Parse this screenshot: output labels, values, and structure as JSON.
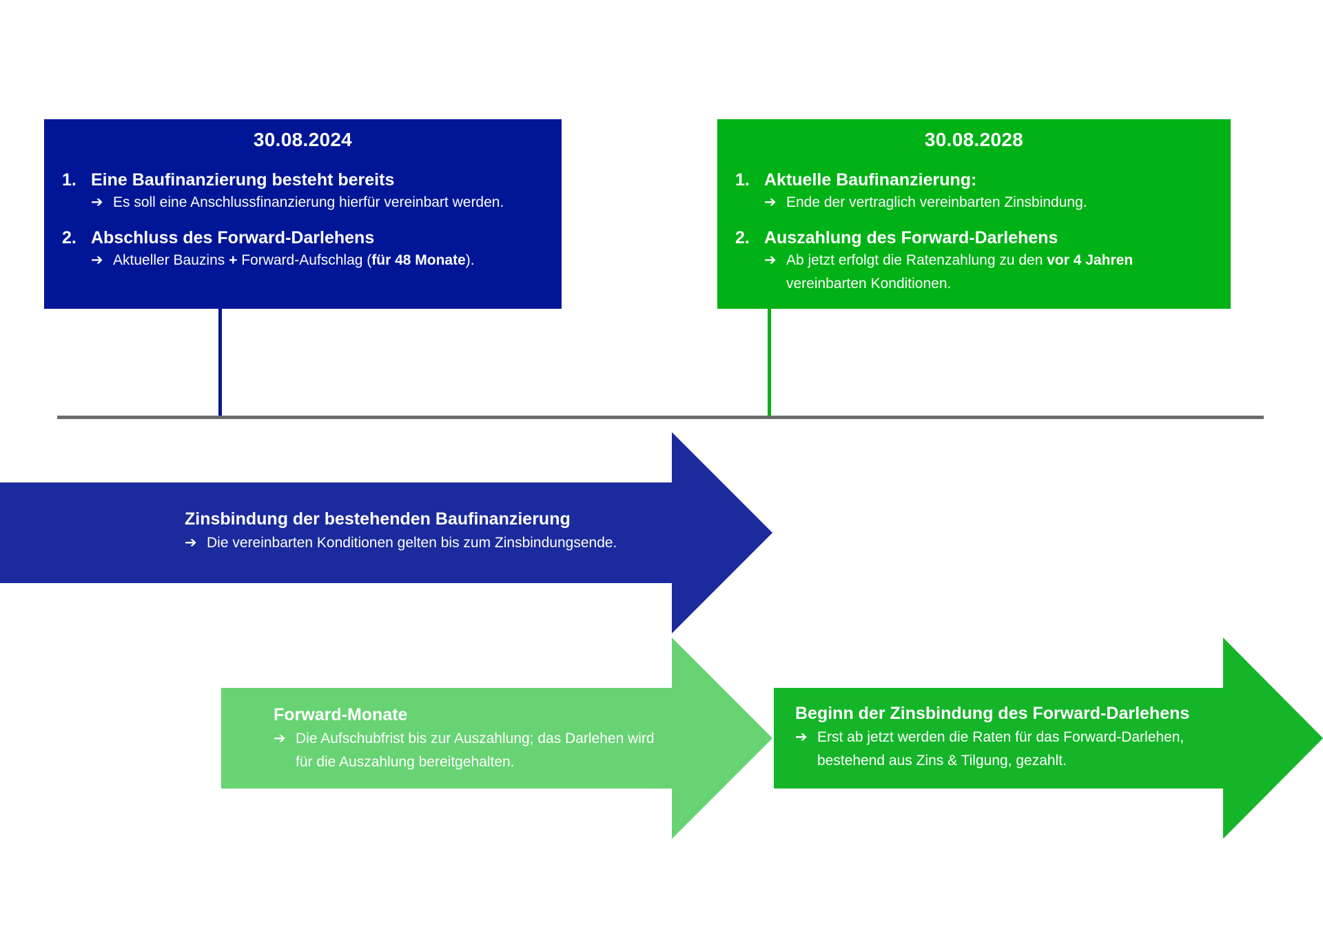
{
  "box_left": {
    "date": "30.08.2024",
    "color": "#001696",
    "items": [
      {
        "num": "1.",
        "title": "Eine Baufinanzierung besteht bereits",
        "detail": "Es soll eine Anschlussfinanzierung hierfür vereinbart werden."
      },
      {
        "num": "2.",
        "title": "Abschluss des Forward-Darlehens",
        "detail_a": "Aktueller Bauzins ",
        "detail_plus": "+",
        "detail_b": " Forward-Aufschlag (",
        "detail_bold": "für 48 Monate",
        "detail_c": ")."
      }
    ]
  },
  "box_right": {
    "date": "30.08.2028",
    "color": "#00b215",
    "items": [
      {
        "num": "1.",
        "title": "Aktuelle Baufinanzierung:",
        "detail": "Ende der vertraglich vereinbarten Zinsbindung."
      },
      {
        "num": "2.",
        "title": "Auszahlung des Forward-Darlehens",
        "detail_a": "Ab jetzt erfolgt die Ratenzahlung zu den ",
        "detail_bold": "vor 4 Jahren",
        "detail_b": " vereinbarten Konditionen."
      }
    ]
  },
  "arrow_glyph": "➔",
  "timeline_color": "#6d6d6d",
  "arrows": {
    "existing": {
      "title": "Zinsbindung der bestehenden Baufinanzierung",
      "detail": "Die vereinbarten Konditionen gelten bis zum Zinsbindungsende.",
      "color": "#1b2a9c"
    },
    "forward_months": {
      "title": "Forward-Monate",
      "detail": "Die Aufschubfrist bis zur Auszahlung; das Darlehen wird für die Auszahlung bereitgehalten.",
      "color": "#67d373"
    },
    "forward_start": {
      "title": "Beginn der Zinsbindung des Forward-Darlehens",
      "detail": "Erst ab jetzt werden die Raten für das Forward-Darlehen, bestehend aus Zins & Tilgung, gezahlt.",
      "color": "#15b529"
    }
  }
}
